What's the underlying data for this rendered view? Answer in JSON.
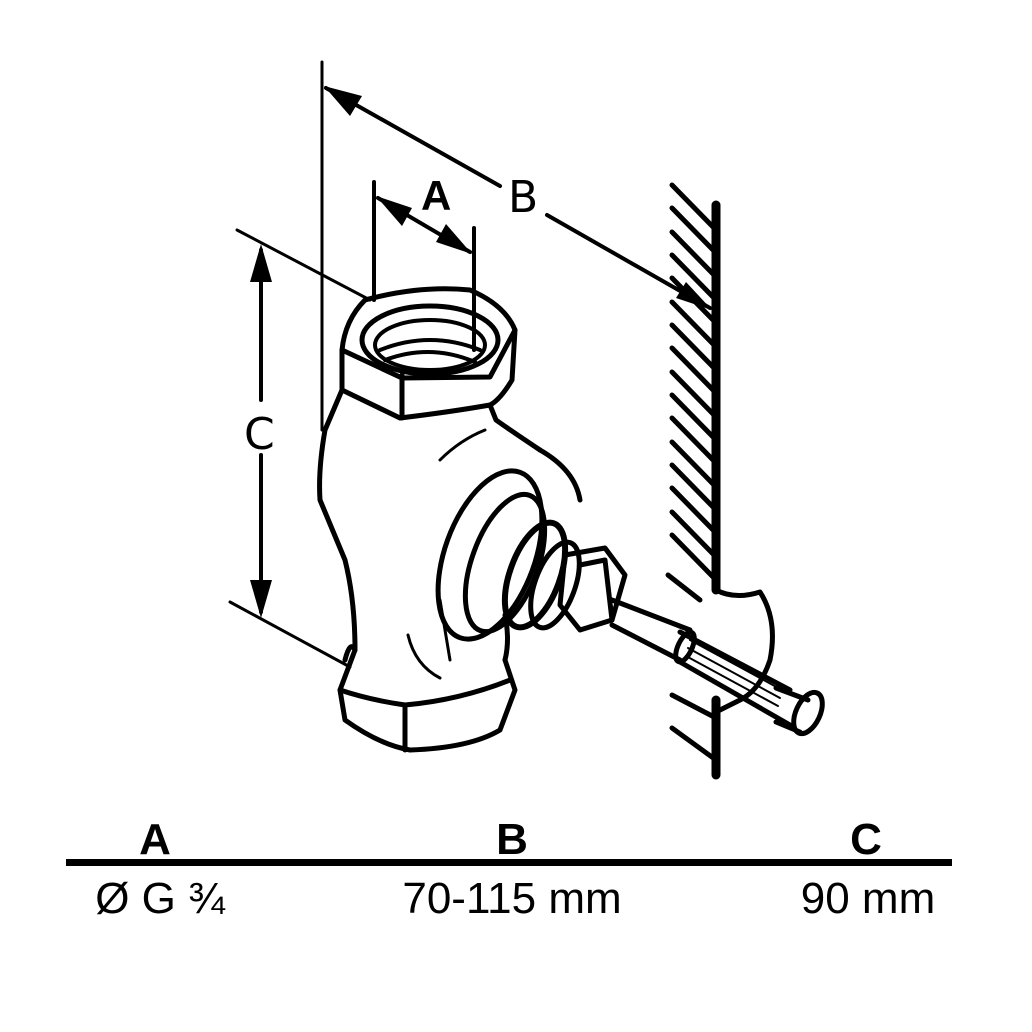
{
  "diagram": {
    "subject": "concealed valve body with spindle, wall mounting",
    "dimension_labels": {
      "A": "A",
      "B": "B",
      "C": "C"
    },
    "icons": [
      "valve-body-drawing",
      "wall-hatching",
      "spindle-shaft"
    ]
  },
  "table": {
    "headers": [
      "A",
      "B",
      "C"
    ],
    "values": [
      "Ø G ¾",
      "70-115 mm",
      "90 mm"
    ]
  },
  "colors": {
    "line": "#000000",
    "background": "#ffffff"
  }
}
